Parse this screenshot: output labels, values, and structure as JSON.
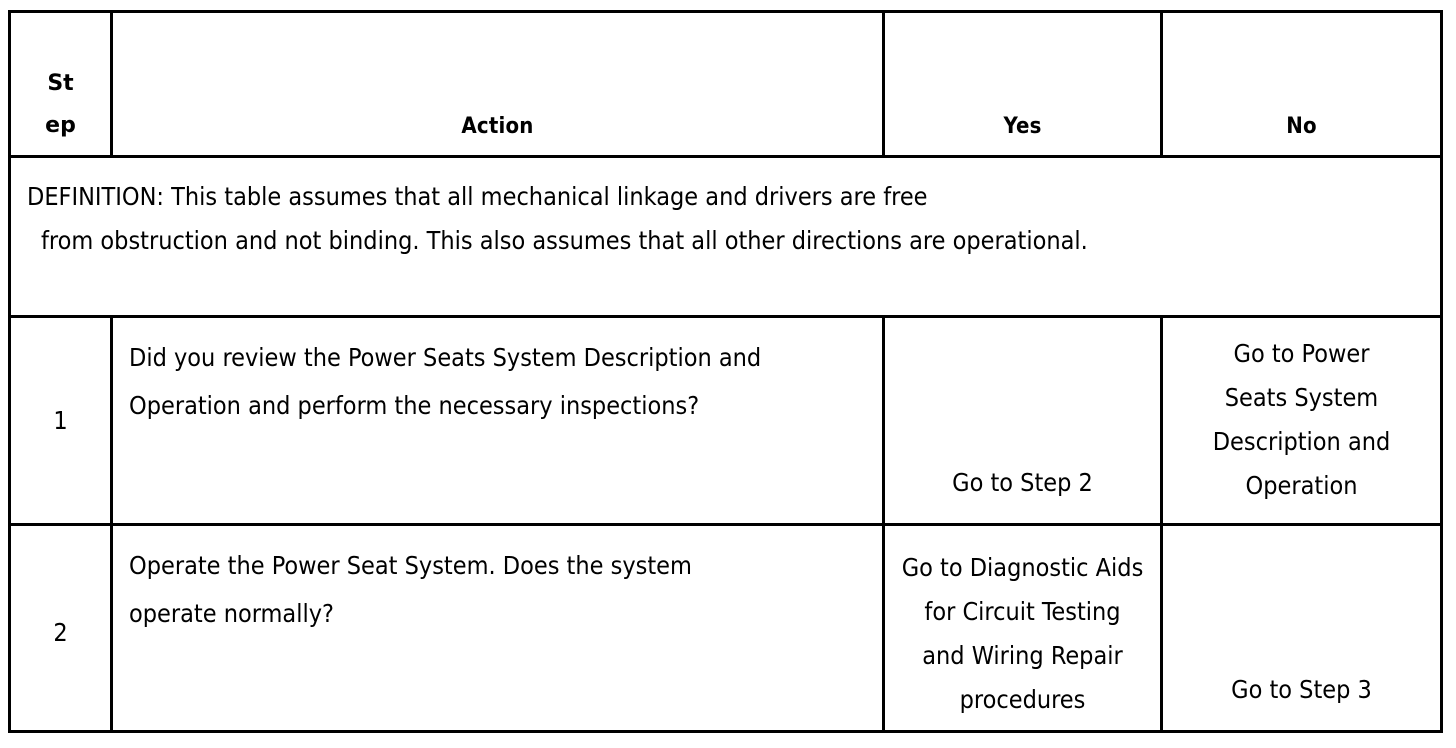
{
  "document": {
    "type": "diagnostic-decision-table",
    "title": "Power Seats Diagnostic Table"
  },
  "table": {
    "headers": {
      "step_line1": "St",
      "step_line2": "ep",
      "action": "Action",
      "yes": "Yes",
      "no": "No"
    },
    "definition": {
      "line1": "DEFINITION: This table assumes that all mechanical linkage and drivers are free",
      "line2": "from obstruction and not binding. This also assumes that all other directions are operational."
    },
    "rows": [
      {
        "step": "1",
        "action_line1": "Did you review the Power Seats System Description and",
        "action_line2": "Operation and perform the necessary inspections?",
        "yes_lines": [
          "Go to Step 2"
        ],
        "no_lines": [
          "Go to Power",
          "Seats System",
          "Description and",
          "Operation"
        ]
      },
      {
        "step": "2",
        "action_line1": "Operate the Power Seat System. Does the system",
        "action_line2": "operate normally?",
        "yes_lines": [
          "Go to Diagnostic Aids",
          "for Circuit Testing",
          "and Wiring Repair",
          "procedures"
        ],
        "no_lines": [
          "Go to Step 3"
        ]
      }
    ]
  },
  "colors": {
    "border": "#000000",
    "text": "#000000",
    "background": "#ffffff"
  }
}
